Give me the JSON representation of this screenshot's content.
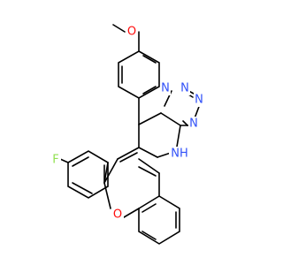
{
  "structure": {
    "atoms": [
      {
        "id": "O_methoxy",
        "text": "O",
        "color": "#ff0d0d"
      },
      {
        "id": "N1",
        "text": "N",
        "color": "#3050f8"
      },
      {
        "id": "N2",
        "text": "N",
        "color": "#3050f8"
      },
      {
        "id": "N3",
        "text": "N",
        "color": "#3050f8"
      },
      {
        "id": "N4",
        "text": "N",
        "color": "#3050f8"
      },
      {
        "id": "NH",
        "text": "NH",
        "color": "#3050f8"
      },
      {
        "id": "F",
        "text": "F",
        "color": "#90e050"
      },
      {
        "id": "O_ring",
        "text": "O",
        "color": "#ff0d0d"
      }
    ],
    "bond_color": "#000000"
  }
}
